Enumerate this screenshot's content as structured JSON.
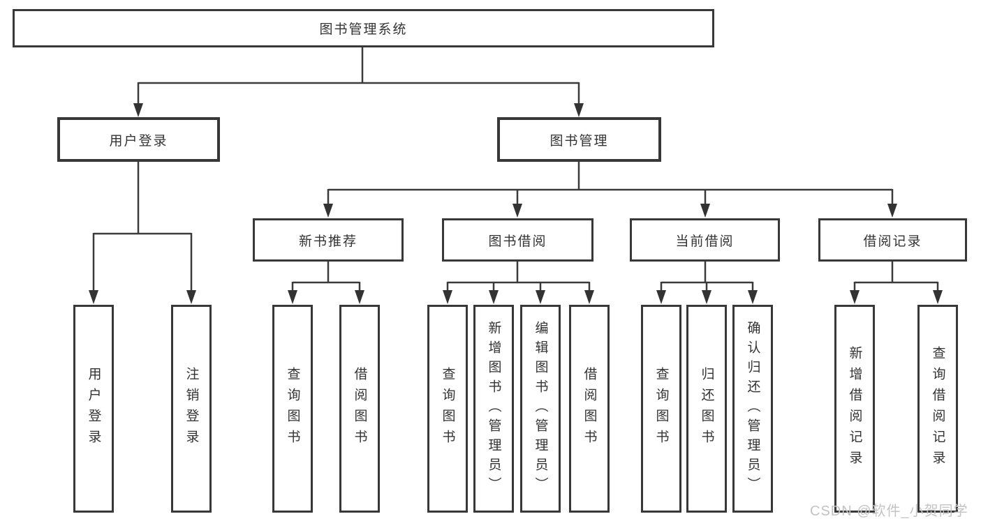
{
  "diagram_title": "图书管理系统",
  "tree": {
    "label": "图书管理系统",
    "children": [
      {
        "label": "用户登录",
        "children": [
          {
            "label": "用户登录"
          },
          {
            "label": "注销登录"
          }
        ]
      },
      {
        "label": "图书管理",
        "children": [
          {
            "label": "新书推荐",
            "children": [
              {
                "label": "查询图书"
              },
              {
                "label": "借阅图书"
              }
            ]
          },
          {
            "label": "图书借阅",
            "children": [
              {
                "label": "查询图书"
              },
              {
                "label": "新增图书（管理员）"
              },
              {
                "label": "编辑图书（管理员）"
              },
              {
                "label": "借阅图书"
              }
            ]
          },
          {
            "label": "当前借阅",
            "children": [
              {
                "label": "查询图书"
              },
              {
                "label": "归还图书"
              },
              {
                "label": "确认归还（管理员）"
              }
            ]
          },
          {
            "label": "借阅记录",
            "children": [
              {
                "label": "新增借阅记录"
              },
              {
                "label": "查询借阅记录"
              }
            ]
          }
        ]
      }
    ]
  },
  "watermark": "CSDN @软件_小贺同学",
  "colors": {
    "line": "#3a3a3a",
    "text": "#333333",
    "watermark": "#c3c3c3",
    "background": "#ffffff"
  }
}
